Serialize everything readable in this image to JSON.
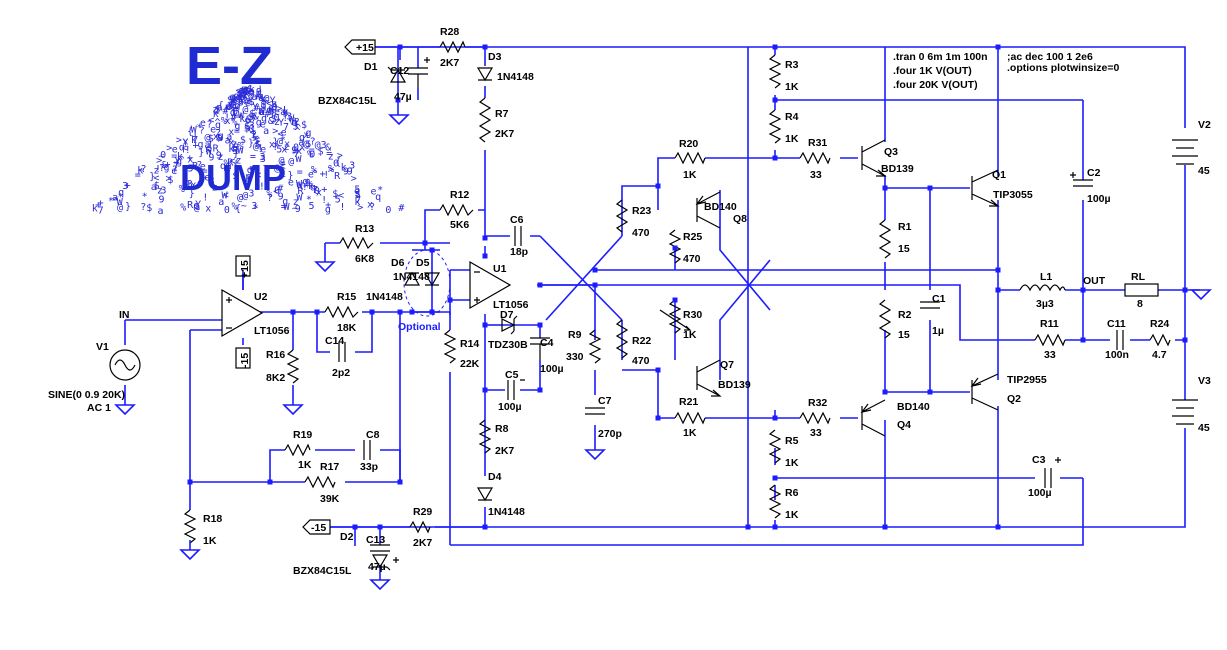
{
  "logo": {
    "top": "E-Z",
    "bottom": "DUMP",
    "noise_chars": "$#@&%?*!^+=~3a5e7Y0kRgW9<>{}xqz"
  },
  "directives": {
    "tran": ".tran 0 6m 1m 100n",
    "four1": ".four 1K V(OUT)",
    "four2": ".four 20K V(OUT)",
    "ac": ";ac dec 100 1 2e6",
    "options": ".options plotwinsize=0"
  },
  "rails": {
    "pos": "+15",
    "neg": "-15"
  },
  "labels": {
    "in": "IN",
    "out": "OUT",
    "optional": "Optional"
  },
  "sources": {
    "v1": {
      "name": "V1",
      "value1": "SINE(0 0.9 20K)",
      "value2": "AC 1"
    },
    "v2": {
      "name": "V2",
      "value": "45"
    },
    "v3": {
      "name": "V3",
      "value": "45"
    }
  },
  "opamps": {
    "u1": {
      "name": "U1",
      "part": "LT1056"
    },
    "u2": {
      "name": "U2",
      "part": "LT1056"
    }
  },
  "resistors": {
    "r1": {
      "name": "R1",
      "value": "15"
    },
    "r2": {
      "name": "R2",
      "value": "15"
    },
    "r3": {
      "name": "R3",
      "value": "1K"
    },
    "r4": {
      "name": "R4",
      "value": "1K"
    },
    "r5": {
      "name": "R5",
      "value": "1K"
    },
    "r6": {
      "name": "R6",
      "value": "1K"
    },
    "r7": {
      "name": "R7",
      "value": "2K7"
    },
    "r8": {
      "name": "R8",
      "value": "2K7"
    },
    "r9": {
      "name": "R9",
      "value": "330"
    },
    "r11": {
      "name": "R11",
      "value": "33"
    },
    "r12": {
      "name": "R12",
      "value": "5K6"
    },
    "r13": {
      "name": "R13",
      "value": "6K8"
    },
    "r14": {
      "name": "R14",
      "value": "22K"
    },
    "r15": {
      "name": "R15",
      "value": "18K"
    },
    "r16": {
      "name": "R16",
      "value": "8K2"
    },
    "r17": {
      "name": "R17",
      "value": "39K"
    },
    "r18": {
      "name": "R18",
      "value": "1K"
    },
    "r19": {
      "name": "R19",
      "value": "1K"
    },
    "r20": {
      "name": "R20",
      "value": "1K"
    },
    "r21": {
      "name": "R21",
      "value": "1K"
    },
    "r22": {
      "name": "R22",
      "value": "470"
    },
    "r23": {
      "name": "R23",
      "value": "470"
    },
    "r24": {
      "name": "R24",
      "value": "4.7"
    },
    "r25": {
      "name": "R25",
      "value": "470"
    },
    "r28": {
      "name": "R28",
      "value": "2K7"
    },
    "r29": {
      "name": "R29",
      "value": "2K7"
    },
    "r30": {
      "name": "R30",
      "value": "1K"
    },
    "r31": {
      "name": "R31",
      "value": "33"
    },
    "r32": {
      "name": "R32",
      "value": "33"
    },
    "rl": {
      "name": "RL",
      "value": "8"
    }
  },
  "capacitors": {
    "c1": {
      "name": "C1",
      "value": "1µ"
    },
    "c2": {
      "name": "C2",
      "value": "100µ"
    },
    "c3": {
      "name": "C3",
      "value": "100µ"
    },
    "c4": {
      "name": "C4",
      "value": "100µ"
    },
    "c5": {
      "name": "C5",
      "value": "100µ"
    },
    "c6": {
      "name": "C6",
      "value": "18p"
    },
    "c7": {
      "name": "C7",
      "value": "270p"
    },
    "c8": {
      "name": "C8",
      "value": "33p"
    },
    "c11": {
      "name": "C11",
      "value": "100n"
    },
    "c12": {
      "name": "C12",
      "value": "47µ"
    },
    "c13": {
      "name": "C13",
      "value": "47µ"
    },
    "c14": {
      "name": "C14",
      "value": "2p2"
    }
  },
  "inductor": {
    "name": "L1",
    "value": "3µ3"
  },
  "diodes": {
    "d1": {
      "name": "D1",
      "part": "BZX84C15L"
    },
    "d2": {
      "name": "D2",
      "part": "BZX84C15L"
    },
    "d3": {
      "name": "D3",
      "part": "1N4148"
    },
    "d4": {
      "name": "D4",
      "part": "1N4148"
    },
    "d5": {
      "name": "D5",
      "part": "1N4148"
    },
    "d6": {
      "name": "D6"
    },
    "d7": {
      "name": "D7",
      "part": "TDZ30B"
    }
  },
  "transistors": {
    "q1": {
      "name": "Q1",
      "part": "TIP3055"
    },
    "q2": {
      "name": "Q2",
      "part": "TIP2955"
    },
    "q3": {
      "name": "Q3",
      "part": "BD139"
    },
    "q4": {
      "name": "Q4",
      "part": "BD140"
    },
    "q7": {
      "name": "Q7",
      "part": "BD139"
    },
    "q8": {
      "name": "Q8",
      "part": "BD140"
    }
  }
}
